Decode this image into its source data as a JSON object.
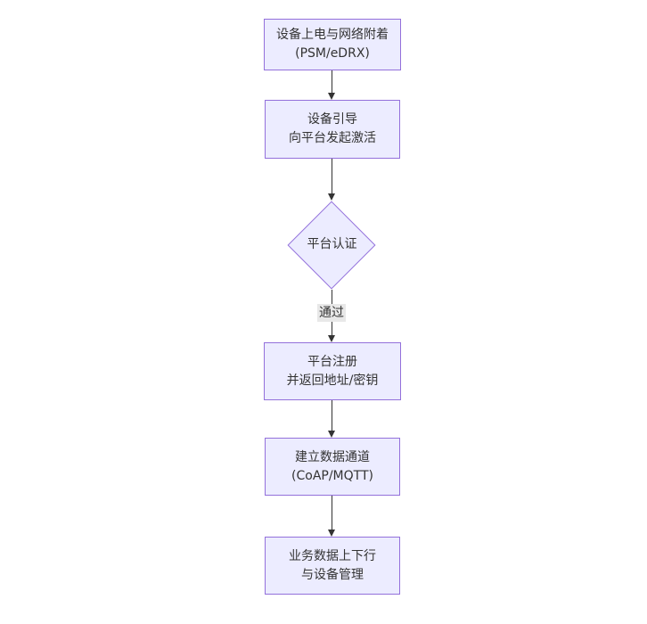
{
  "diagram": {
    "type": "flowchart",
    "direction": "top-down",
    "colors": {
      "background": "#ffffff",
      "node_fill": "#ECECFF",
      "node_border": "#9370DB",
      "text": "#333333",
      "edge": "#333333",
      "edge_label_bg": "#e8e8e8"
    },
    "nodes": [
      {
        "id": "power-attach",
        "shape": "rect",
        "lines": [
          "设备上电与网络附着",
          "(PSM/eDRX)"
        ]
      },
      {
        "id": "bootstrap",
        "shape": "rect",
        "lines": [
          "设备引导",
          "向平台发起激活"
        ]
      },
      {
        "id": "platform-auth",
        "shape": "diamond",
        "lines": [
          "平台认证"
        ]
      },
      {
        "id": "platform-register",
        "shape": "rect",
        "lines": [
          "平台注册",
          "并返回地址/密钥"
        ]
      },
      {
        "id": "data-channel",
        "shape": "rect",
        "lines": [
          "建立数据通道",
          "(CoAP/MQTT)"
        ]
      },
      {
        "id": "business-data",
        "shape": "rect",
        "lines": [
          "业务数据上下行",
          "与设备管理"
        ]
      }
    ],
    "edges": [
      {
        "from": "power-attach",
        "to": "bootstrap",
        "label": ""
      },
      {
        "from": "bootstrap",
        "to": "platform-auth",
        "label": ""
      },
      {
        "from": "platform-auth",
        "to": "platform-register",
        "label": "通过"
      },
      {
        "from": "platform-register",
        "to": "data-channel",
        "label": ""
      },
      {
        "from": "data-channel",
        "to": "business-data",
        "label": ""
      }
    ]
  }
}
